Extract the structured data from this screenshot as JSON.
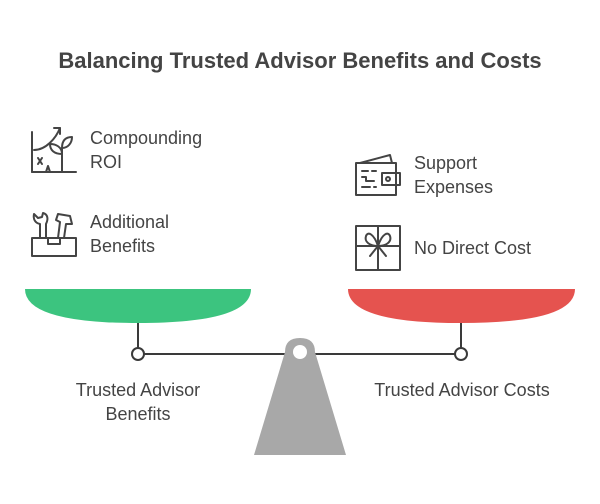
{
  "title": "Balancing Trusted Advisor Benefits and Costs",
  "left_side": {
    "label": "Trusted Advisor\nBenefits",
    "color": "#3cc47f",
    "items": [
      {
        "label": "Compounding\nROI",
        "icon": "growth-plant-icon"
      },
      {
        "label": "Additional\nBenefits",
        "icon": "toolbox-icon"
      }
    ]
  },
  "right_side": {
    "label": "Trusted Advisor Costs",
    "color": "#e5534f",
    "items": [
      {
        "label": "Support\nExpenses",
        "icon": "wallet-icon"
      },
      {
        "label": "No Direct Cost",
        "icon": "gift-icon"
      }
    ]
  },
  "colors": {
    "fulcrum": "#a8a8a8",
    "beam": "#3a3a3a",
    "icon_stroke": "#444444"
  }
}
